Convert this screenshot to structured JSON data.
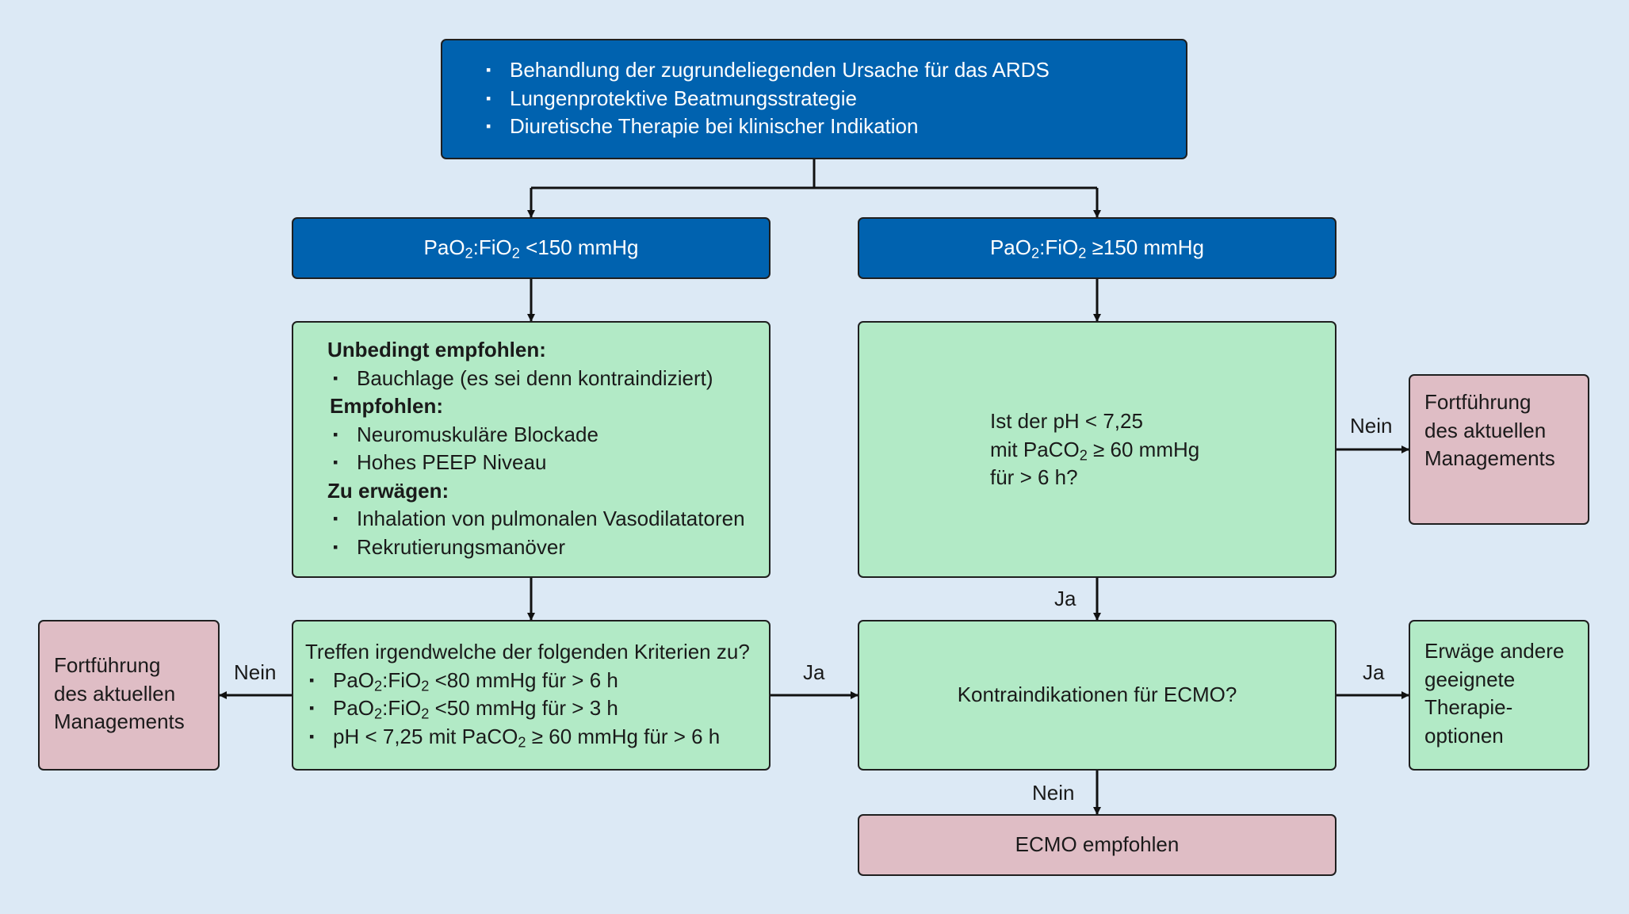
{
  "top_box": {
    "items": [
      "Behandlung der zugrundeliegenden Ursache  für das ARDS",
      "Lungenprotektive Beatmungsstrategie",
      "Diuretische Therapie bei klinischer Indikation"
    ]
  },
  "left_branch": {
    "ratio_prefix": "PaO",
    "ratio_mid": ":FiO",
    "ratio_suffix": " <150 mmHg"
  },
  "right_branch": {
    "ratio_prefix": "PaO",
    "ratio_mid": ":FiO",
    "ratio_suffix": " ≥150 mmHg"
  },
  "recommendations": {
    "must_heading": "Unbedingt empfohlen:",
    "must_items": [
      "Bauchlage (es sei denn kontraindiziert)"
    ],
    "rec_heading": "Empfohlen:",
    "rec_items": [
      "Neuromuskuläre Blockade",
      "Hohes PEEP Niveau"
    ],
    "consider_heading": "Zu erwägen:",
    "consider_items": [
      "Inhalation von pulmonalen Vasodilatatoren",
      "Rekrutierungsmanöver"
    ]
  },
  "ph_question": {
    "line1": "Ist der pH < 7,25",
    "line2_a": "mit PaCO",
    "line2_b": " ≥ 60 mmHg",
    "line3": "für > 6 h?"
  },
  "criteria": {
    "question": "Treffen irgendwelche der folgenden Kriterien zu?",
    "item1_a": "PaO",
    "item1_b": ":FiO",
    "item1_c": " <80 mmHg für > 6 h",
    "item2_a": "PaO",
    "item2_b": ":FiO",
    "item2_c": " <50 mmHg für > 3 h",
    "item3_a": "pH < 7,25 mit PaCO",
    "item3_b": " ≥ 60 mmHg für > 6 h"
  },
  "ecmo_question": "Kontraindikationen für ECMO?",
  "continue_right": [
    "Fortführung",
    "des aktuellen",
    "Managements"
  ],
  "continue_left": [
    "Fortführung",
    "des aktuellen",
    "Managements"
  ],
  "other_options": [
    "Erwäge andere",
    "geeignete",
    "Therapie-",
    "optionen"
  ],
  "ecmo_recommended": "ECMO empfohlen",
  "labels": {
    "nein": "Nein",
    "ja": "Ja",
    "sub2": "2"
  }
}
